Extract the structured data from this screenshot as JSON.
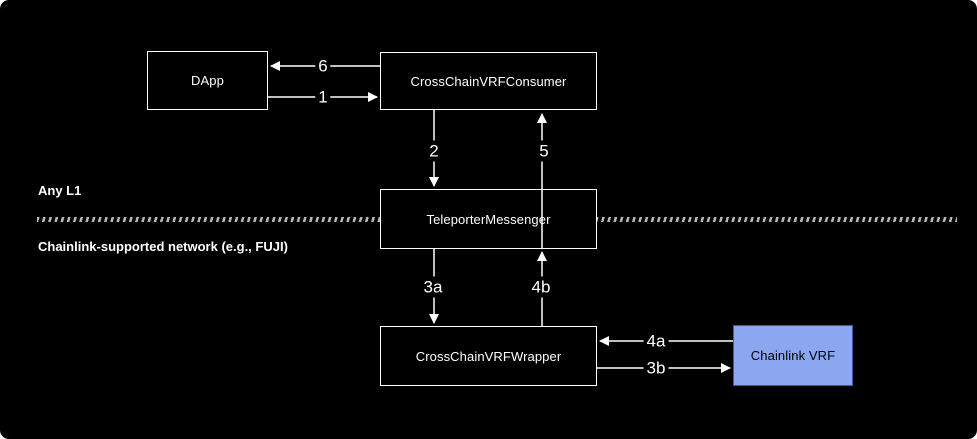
{
  "diagram": {
    "regions": {
      "top_label": "Any L1",
      "bottom_label": "Chainlink-supported network (e.g., FUJI)"
    },
    "nodes": {
      "dapp": {
        "label": "DApp"
      },
      "consumer": {
        "label": "CrossChainVRFConsumer"
      },
      "messenger": {
        "label": "TeleporterMessenger"
      },
      "wrapper": {
        "label": "CrossChainVRFWrapper"
      },
      "chainlink_vrf": {
        "label": "Chainlink VRF"
      }
    },
    "edge_labels": {
      "step_1": "1",
      "step_2": "2",
      "step_3a": "3a",
      "step_3b": "3b",
      "step_4a": "4a",
      "step_4b": "4b",
      "step_5": "5",
      "step_6": "6"
    },
    "colors": {
      "background": "#000000",
      "node_border": "#ffffff",
      "node_text": "#ffffff",
      "chainlink_fill": "#8aa7f0",
      "chainlink_border": "#4a53a0",
      "chainlink_text": "#000000",
      "divider_dashes": "#b5b5b5",
      "arrow": "#ffffff"
    }
  }
}
